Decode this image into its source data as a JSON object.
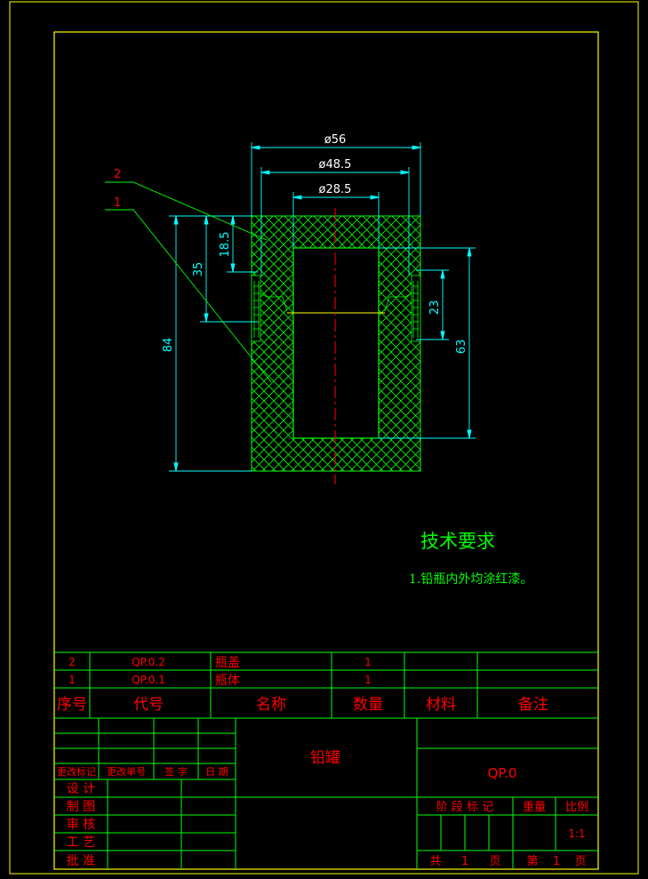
{
  "colors": {
    "background": "#000000",
    "border": "#ffff00",
    "table_lines": "#00ff00",
    "hatch": "#00ff00",
    "dimension": "#00ffff",
    "leader": "#00ff00",
    "centerline": "#ff0000",
    "table_text": "#ff0000",
    "red_text": "#ff0000",
    "green_text": "#00ff00"
  },
  "dimensions": {
    "d56": "ø56",
    "d48_5": "ø48.5",
    "d28_5": "ø28.5",
    "h18_5": "18.5",
    "h35": "35",
    "h84": "84",
    "h23": "23",
    "h63": "63"
  },
  "balloons": {
    "part2": "2",
    "part1": "1"
  },
  "tech_req": {
    "title": "技术要求",
    "item1": "1.铅瓶内外均涂红漆。"
  },
  "parts_list": {
    "rows": [
      {
        "no": "2",
        "code": "QP.0.2",
        "name": "瓶盖",
        "qty": "1",
        "material": "",
        "note": ""
      },
      {
        "no": "1",
        "code": "QP.0.1",
        "name": "瓶体",
        "qty": "1",
        "material": "",
        "note": ""
      }
    ],
    "header": {
      "no": "序号",
      "code": "代号",
      "name": "名称",
      "qty": "数量",
      "material": "材料",
      "note": "备注"
    }
  },
  "title_block": {
    "title": "铅罐",
    "drawing_no": "QP.0",
    "rev_headers": {
      "mark": "更改标记",
      "rev_no": "更改单号",
      "sign": "签 字",
      "date": "日 期"
    },
    "roles": {
      "design": "设 计",
      "draw": "制 图",
      "check": "审 核",
      "process": "工 艺",
      "approve": "批 准"
    },
    "stage_mark": "阶 段 标 记",
    "weight": "重量",
    "scale_label": "比例",
    "scale_value": "1:1",
    "total_label": "共",
    "total_value": "1",
    "page_unit": "页",
    "sheet_label": "第",
    "sheet_value": "1",
    "sheet_unit": "页"
  }
}
